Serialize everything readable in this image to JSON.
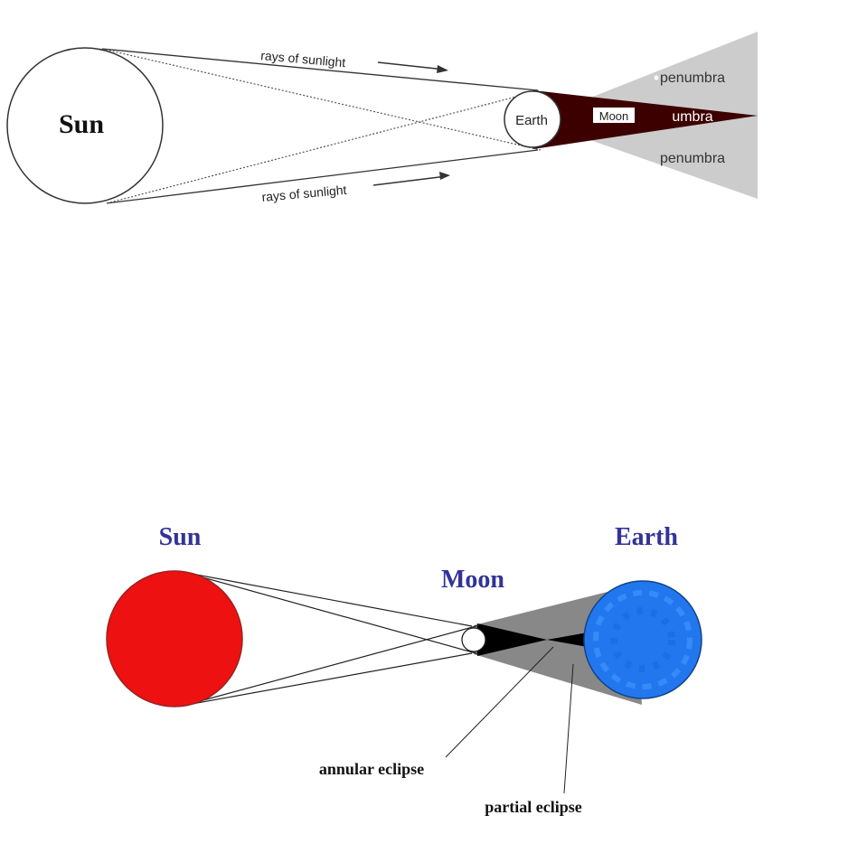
{
  "lunar_eclipse": {
    "sun_label": "Sun",
    "earth_label": "Earth",
    "moon_label": "Moon",
    "umbra_label": "umbra",
    "penumbra_top_label": "penumbra",
    "penumbra_bottom_label": "penumbra",
    "rays_top_label": "rays of sunlight",
    "rays_bottom_label": "rays of sunlight",
    "colors": {
      "umbra": "#3d0000",
      "penumbra": "#cccccc",
      "outline": "#333333"
    }
  },
  "solar_eclipse": {
    "sun_label": "Sun",
    "moon_label": "Moon",
    "earth_label": "Earth",
    "annular_label": "annular eclipse",
    "partial_label": "partial eclipse",
    "colors": {
      "title": "#333399",
      "sun": "#ee1111",
      "earth": "#2277ee",
      "penumbra": "#888888",
      "umbra": "#000000"
    }
  }
}
